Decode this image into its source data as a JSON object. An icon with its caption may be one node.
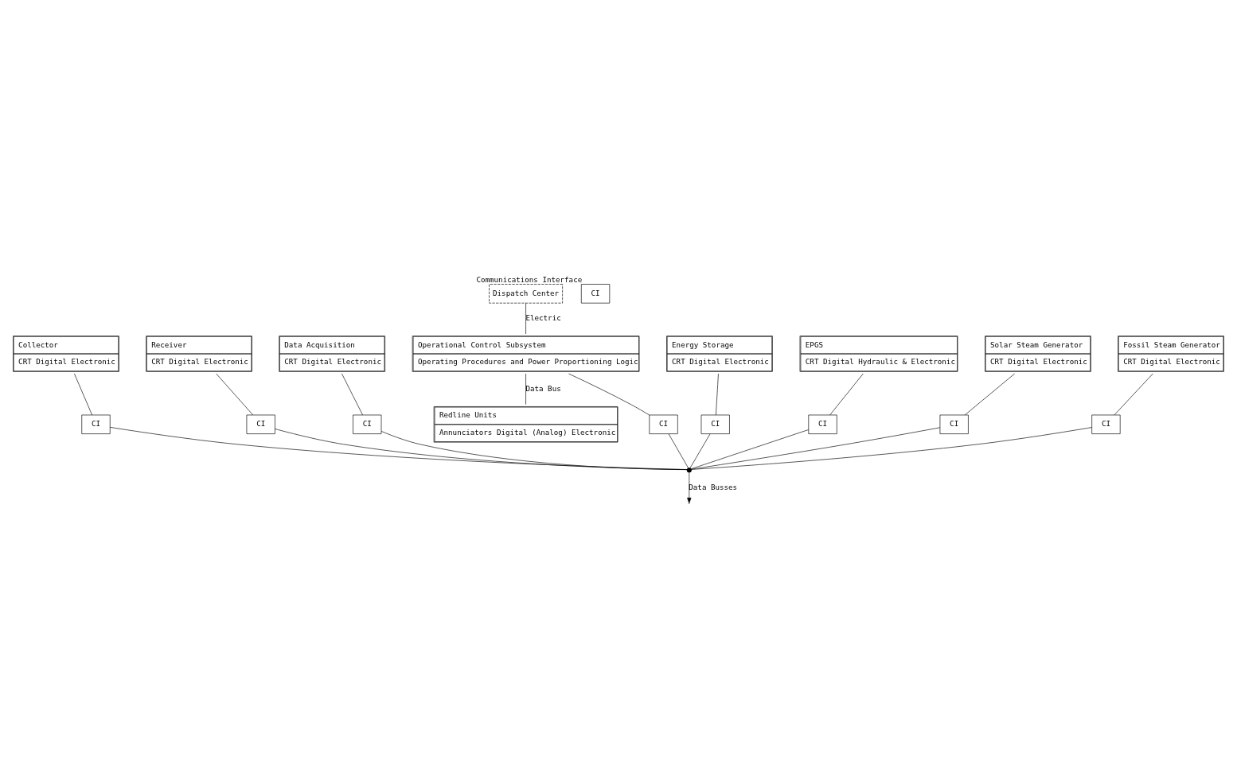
{
  "diagram": {
    "nodes": [
      {
        "text": [
          "Collector",
          "CRT Digital Electronic"
        ]
      },
      {
        "text": [
          "CI"
        ]
      },
      {
        "text": [
          "Dispatch Center"
        ]
      },
      {
        "text": [
          "Redline Units",
          "Annunciators Digital (Analog) Electronic"
        ]
      },
      {
        "text": [
          "Operational Control Subsystem",
          "Operating Procedures and Power Proportioning Logic"
        ]
      },
      {
        "text": [
          "Receiver",
          "CRT Digital Electronic"
        ]
      },
      {
        "text": [
          "CI"
        ]
      },
      {
        "text": [
          "Data Acquisition",
          "CRT Digital Electronic"
        ]
      },
      {
        "text": [
          "CI"
        ]
      },
      {
        "text": [
          "CI"
        ]
      },
      {
        "text": [
          "Energy Storage",
          "CRT Digital Electronic"
        ]
      },
      {
        "text": [
          "CI"
        ]
      },
      {
        "text": [],
        "shape": "circle"
      },
      {
        "text": [
          "CI"
        ]
      },
      {
        "text": [
          "CI"
        ]
      },
      {
        "text": [
          "CI"
        ]
      },
      {
        "text": [
          "EPGS",
          "CRT Digital Hydraulic & Electronic"
        ]
      },
      {
        "text": [
          "Solar Steam Generator",
          "CRT Digital Electronic"
        ]
      },
      {
        "text": [
          "Fossil Steam Generator",
          "CRT Digital Electronic"
        ]
      },
      {
        "text": [
          "CI"
        ],
        "beside": [
          "Communications Interface"
        ]
      }
    ],
    "edges": [
      {
        "from": 0,
        "to": 1,
        "arrow": "none"
      },
      {
        "from": 1,
        "to": 12,
        "arrow": "none"
      },
      {
        "from": 5,
        "to": 6,
        "arrow": "none"
      },
      {
        "from": 6,
        "to": 12,
        "arrow": "none"
      },
      {
        "from": 10,
        "to": 11,
        "arrow": "none"
      },
      {
        "from": 11,
        "to": 12,
        "arrow": "none"
      },
      {
        "from": 12,
        "to": null,
        "arrow": "to",
        "label": "Data Busses"
      },
      {
        "from": 2,
        "to": 4,
        "arrow": "none",
        "label": "Electric"
      },
      {
        "from": 4,
        "to": 3,
        "arrow": "none",
        "label": "Data Bus"
      },
      {
        "from": 4,
        "to": 9,
        "arrow": "none"
      },
      {
        "from": 9,
        "to": 12,
        "arrow": "none"
      },
      {
        "from": 7,
        "to": 8,
        "arrow": "none"
      },
      {
        "from": 8,
        "to": 12,
        "arrow": "none"
      },
      {
        "from": 16,
        "to": 13,
        "arrow": "none"
      },
      {
        "from": 13,
        "to": 12,
        "arrow": "none"
      },
      {
        "from": 17,
        "to": 14,
        "arrow": "none"
      },
      {
        "from": 14,
        "to": 12,
        "arrow": "none"
      },
      {
        "from": 18,
        "to": 15,
        "arrow": "none"
      },
      {
        "from": 15,
        "to": 12,
        "arrow": "none"
      }
    ]
  }
}
